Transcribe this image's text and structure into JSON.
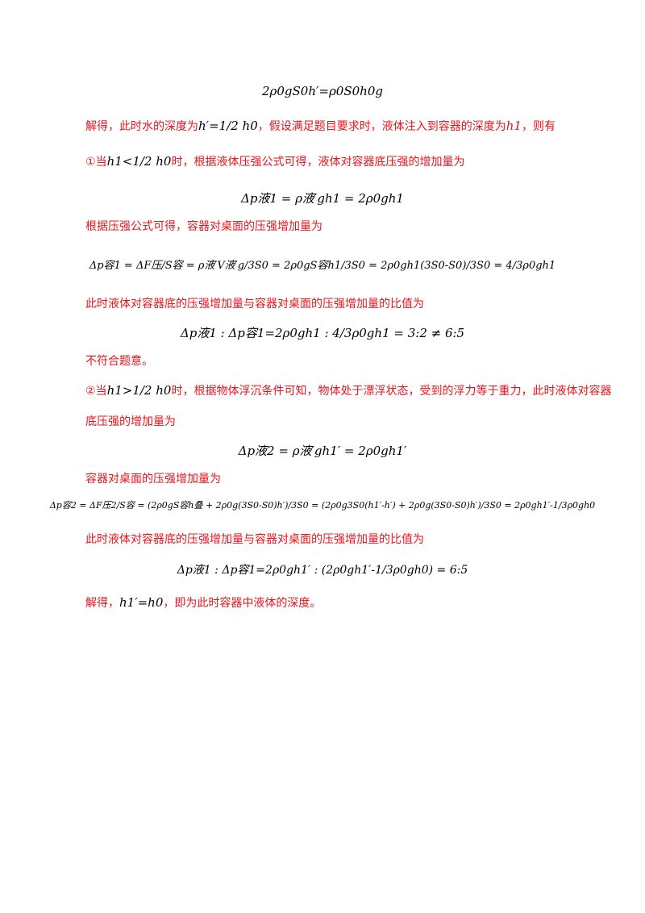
{
  "eq_top": "2ρ0gS0h′=ρ0S0h0g",
  "line1": {
    "prefix": "解得，此时水的深度为",
    "eq": "h′=1/2 h0",
    "middle": "，假设满足题目要求时，液体注入到容器的深度为",
    "var": "h1",
    "suffix": "，则有"
  },
  "case1": {
    "prefix": "①当",
    "cond": "h1<1/2 h0",
    "suffix": "时，根据液体压强公式可得，液体对容器底压强的增加量为"
  },
  "eq_liquid1": "Δp液1 = ρ液′gh1 = 2ρ0gh1",
  "text_container1": "根据压强公式可得，容器对桌面的压强增加量为",
  "eq_container1": "Δp容1 = ΔF压/S容 = ρ液′V液′g/3S0 = 2ρ0gS容h1/3S0 = 2ρ0gh1(3S0-S0)/3S0 = 4/3ρ0gh1",
  "text_ratio1": "此时液体对容器底的压强增加量与容器对桌面的压强增加量的比值为",
  "eq_ratio1": "Δp液1 : Δp容1=2ρ0gh1 : 4/3ρ0gh1 = 3:2 ≠ 6:5",
  "text_no": "不符合题意。",
  "case2": {
    "prefix": "②当",
    "cond": "h1>1/2 h0",
    "suffix": "时，根据物体浮沉条件可知，物体处于漂浮状态，受到的浮力等于重力，此时液体对容器",
    "cont": "底压强的增加量为"
  },
  "eq_liquid2": "Δp液2 = ρ液′gh1′ = 2ρ0gh1′",
  "text_container2": "容器对桌面的压强增加量为",
  "eq_container2": "Δp容2 = ΔF压2/S容 = (2ρ0gS容h叠 + 2ρ0g(3S0-S0)h′)/3S0 = (2ρ0g3S0(h1′-h′) + 2ρ0g(3S0-S0)h′)/3S0 = 2ρ0gh1′-1/3ρ0gh0",
  "text_ratio2": "此时液体对容器底的压强增加量与容器对桌面的压强增加量的比值为",
  "eq_ratio2": "Δp液1 : Δp容1=2ρ0gh1′ : (2ρ0gh1′-1/3ρ0gh0) = 6:5",
  "final": {
    "prefix": "解得，",
    "eq": "h1′=h0",
    "suffix": "，即为此时容器中液体的深度。"
  },
  "colors": {
    "red": "#e8141c",
    "black": "#000000"
  }
}
